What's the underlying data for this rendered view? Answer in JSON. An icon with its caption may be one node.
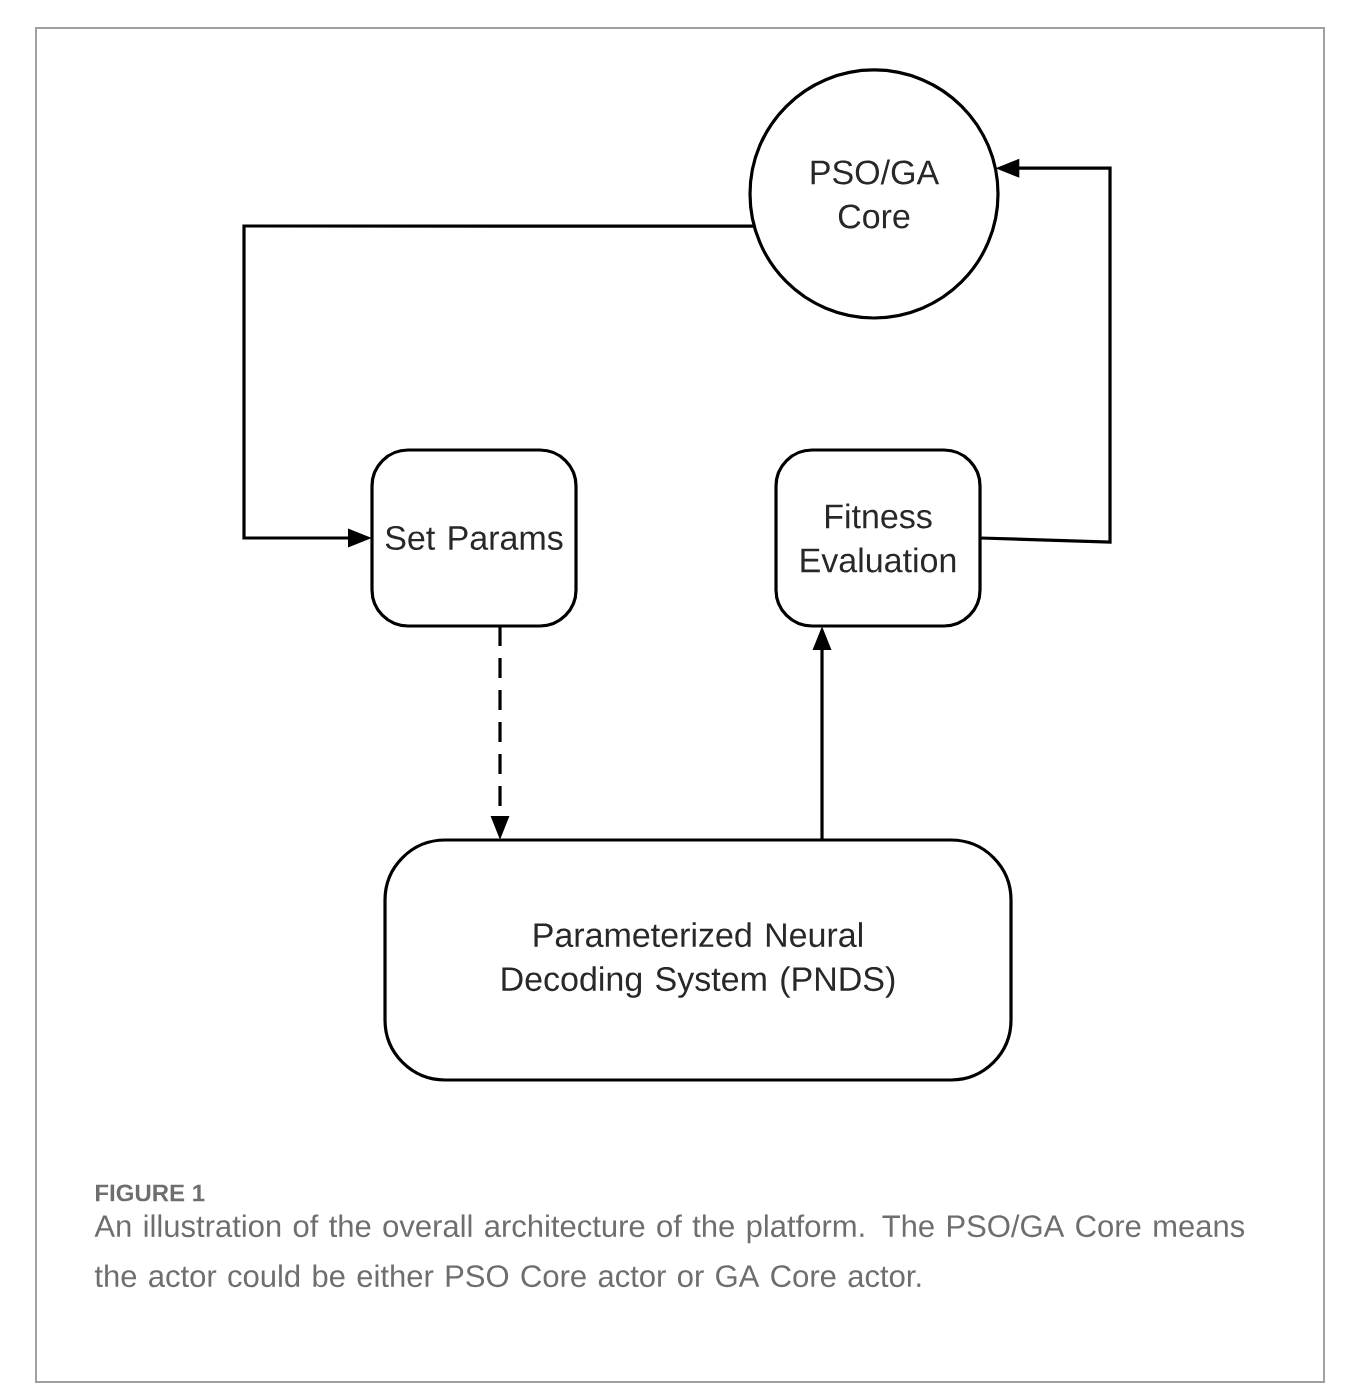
{
  "diagram": {
    "caption": "An illustration of the overall architecture of the platform. The PSO/GA Core means the actor could be either PSO Core actor or GA Core actor.",
    "nodes": [
      {
        "text": [
          "PSO/GA Core"
        ]
      },
      {
        "text": [
          "Set Params"
        ]
      },
      {
        "text": [
          "Fitness Evaluation"
        ]
      },
      {
        "text": [
          "Parameterized Neural Decoding System (PNDS)"
        ]
      }
    ],
    "edges": [
      {
        "from": 0,
        "to": 1,
        "arrow": "to"
      },
      {
        "from": 1,
        "to": 3,
        "arrow": "to",
        "style": "dashed"
      },
      {
        "from": 3,
        "to": 2,
        "arrow": "to"
      },
      {
        "from": 2,
        "to": 0,
        "arrow": "to"
      }
    ],
    "labels": [
      "FIGURE 1"
    ]
  }
}
